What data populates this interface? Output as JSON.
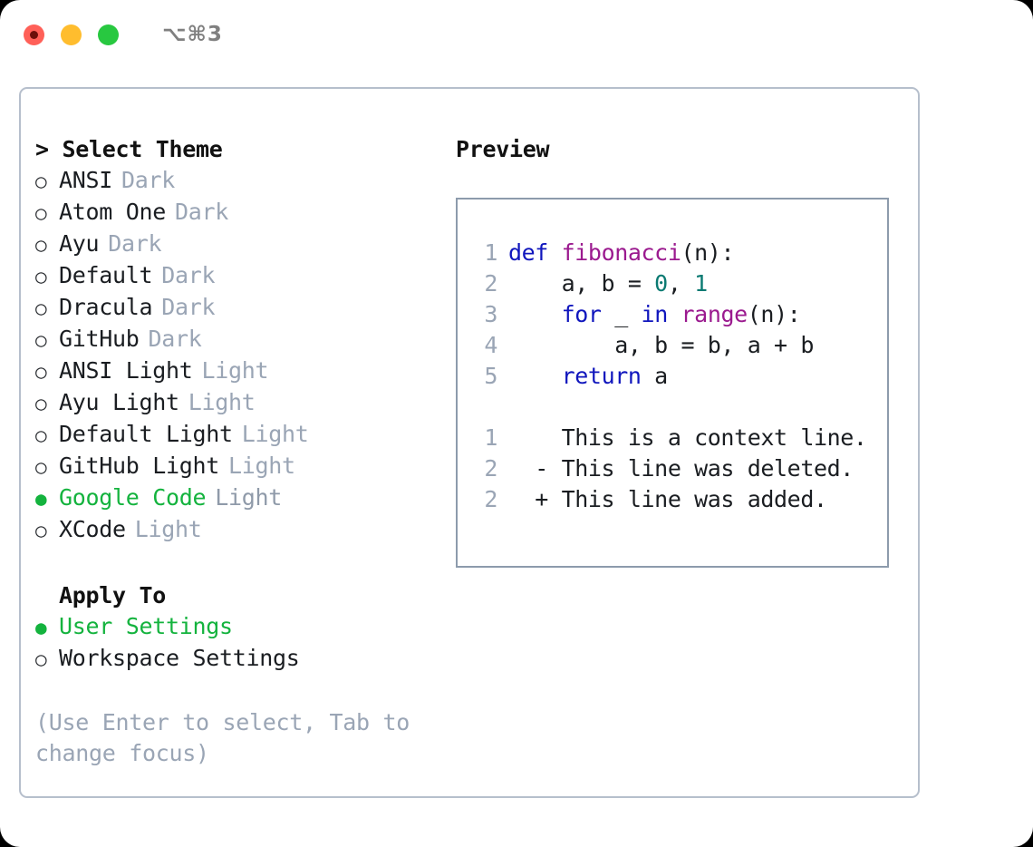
{
  "titlebar": {
    "lights": [
      {
        "name": "close-button",
        "color": "#ff6058"
      },
      {
        "name": "minimize-button",
        "color": "#ffbd2e"
      },
      {
        "name": "maximize-button",
        "color": "#28c840"
      }
    ],
    "shortcut": "⌥⌘3"
  },
  "theme_picker": {
    "header": "> Select Theme",
    "selected_theme": "Google Code",
    "accent_color": "#14b33e",
    "options": [
      {
        "marker": "○",
        "name": "ANSI",
        "kind": "Dark",
        "selected": false
      },
      {
        "marker": "○",
        "name": "Atom One",
        "kind": "Dark",
        "selected": false
      },
      {
        "marker": "○",
        "name": "Ayu",
        "kind": "Dark",
        "selected": false
      },
      {
        "marker": "○",
        "name": "Default",
        "kind": "Dark",
        "selected": false
      },
      {
        "marker": "○",
        "name": "Dracula",
        "kind": "Dark",
        "selected": false
      },
      {
        "marker": "○",
        "name": "GitHub",
        "kind": "Dark",
        "selected": false
      },
      {
        "marker": "○",
        "name": "ANSI Light",
        "kind": "Light",
        "selected": false
      },
      {
        "marker": "○",
        "name": "Ayu Light",
        "kind": "Light",
        "selected": false
      },
      {
        "marker": "○",
        "name": "Default Light",
        "kind": "Light",
        "selected": false
      },
      {
        "marker": "○",
        "name": "GitHub Light",
        "kind": "Light",
        "selected": false
      },
      {
        "marker": "●",
        "name": "Google Code",
        "kind": "Light",
        "selected": true
      },
      {
        "marker": "○",
        "name": "XCode",
        "kind": "Light",
        "selected": false
      }
    ]
  },
  "apply_to": {
    "header": "Apply To",
    "selected_scope": "User Settings",
    "options": [
      {
        "marker": "●",
        "name": "User Settings",
        "selected": true
      },
      {
        "marker": "○",
        "name": "Workspace Settings",
        "selected": false
      }
    ]
  },
  "hint": "(Use Enter to select, Tab to change focus)",
  "preview": {
    "title": "Preview",
    "code_lines": [
      {
        "number": "1",
        "tokens": [
          {
            "text": "def ",
            "type": "kw"
          },
          {
            "text": "fibonacci",
            "type": "fn"
          },
          {
            "text": "(n):",
            "type": "pl"
          }
        ]
      },
      {
        "number": "2",
        "tokens": [
          {
            "text": "    a, b = ",
            "type": "pl"
          },
          {
            "text": "0",
            "type": "num"
          },
          {
            "text": ", ",
            "type": "pl"
          },
          {
            "text": "1",
            "type": "num"
          }
        ]
      },
      {
        "number": "3",
        "tokens": [
          {
            "text": "    ",
            "type": "pl"
          },
          {
            "text": "for",
            "type": "kw"
          },
          {
            "text": " _ ",
            "type": "pl"
          },
          {
            "text": "in",
            "type": "kw"
          },
          {
            "text": " ",
            "type": "pl"
          },
          {
            "text": "range",
            "type": "fn"
          },
          {
            "text": "(n):",
            "type": "pl"
          }
        ]
      },
      {
        "number": "4",
        "tokens": [
          {
            "text": "        a, b = b, a + b",
            "type": "pl"
          }
        ]
      },
      {
        "number": "5",
        "tokens": [
          {
            "text": "    ",
            "type": "pl"
          },
          {
            "text": "return",
            "type": "kw"
          },
          {
            "text": " a",
            "type": "pl"
          }
        ]
      }
    ],
    "diff_lines": [
      {
        "number": "1",
        "sign": " ",
        "text": "This is a context line.",
        "type": "ctx"
      },
      {
        "number": "2",
        "sign": "-",
        "text": "This line was deleted.",
        "type": "del"
      },
      {
        "number": "2",
        "sign": "+",
        "text": "This line was added.",
        "type": "add"
      }
    ]
  },
  "colors": {
    "keyword": "#1016bd",
    "function": "#9b1a8f",
    "number": "#0b7a72",
    "plain": "#1a1d21",
    "line_number": "#9aa5b5",
    "diff_context": "#8c8c8c",
    "diff_deleted": "#c0281c",
    "diff_added": "#12b521",
    "accent_green": "#14b33e",
    "muted": "#9aa5b5",
    "panel_border": "#b6bfcc",
    "code_border": "#8d9bac"
  }
}
